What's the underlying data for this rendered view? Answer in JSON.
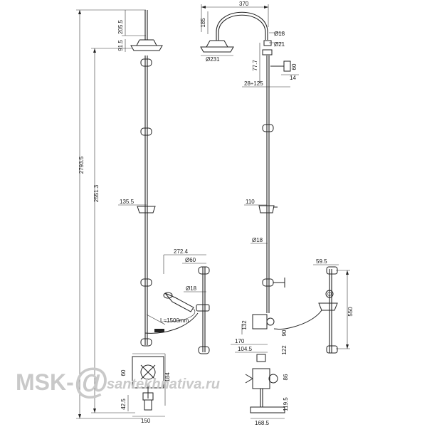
{
  "dimensions": {
    "total_height": "2793.5",
    "bar_height": "2551.3",
    "head_drop_left": "205.5",
    "head_dia_left": "91.5",
    "tray_left": "135.5",
    "arm_reach": "370",
    "arm_rise": "185",
    "pipe_18_top": "Ø18",
    "pipe_21": "Ø21",
    "head_231": "Ø231",
    "seg_77_7": "77.7",
    "bracket_60": "60",
    "bracket_14": "14",
    "wall_28_125": "28÷125",
    "tray_right": "110",
    "pipe_18_mid": "Ø18",
    "hand_reach": "272.4",
    "hand_60": "Ø60",
    "hand_18": "Ø18",
    "hose_length": "L=1500mm",
    "slide_59_5": "59.5",
    "slide_550": "550",
    "v_132": "132",
    "v_90": "90",
    "v_170": "170",
    "v_104_5": "104.5",
    "v_122": "122",
    "v_60": "60",
    "v_184": "184",
    "v_42_5": "42.5",
    "v_150": "150",
    "v_86": "86",
    "v_119_5": "119.5",
    "v_168_5": "168.5"
  },
  "watermark": {
    "prefix": "MSK-",
    "at": "@",
    "suffix": "santekhnativa.ru"
  }
}
